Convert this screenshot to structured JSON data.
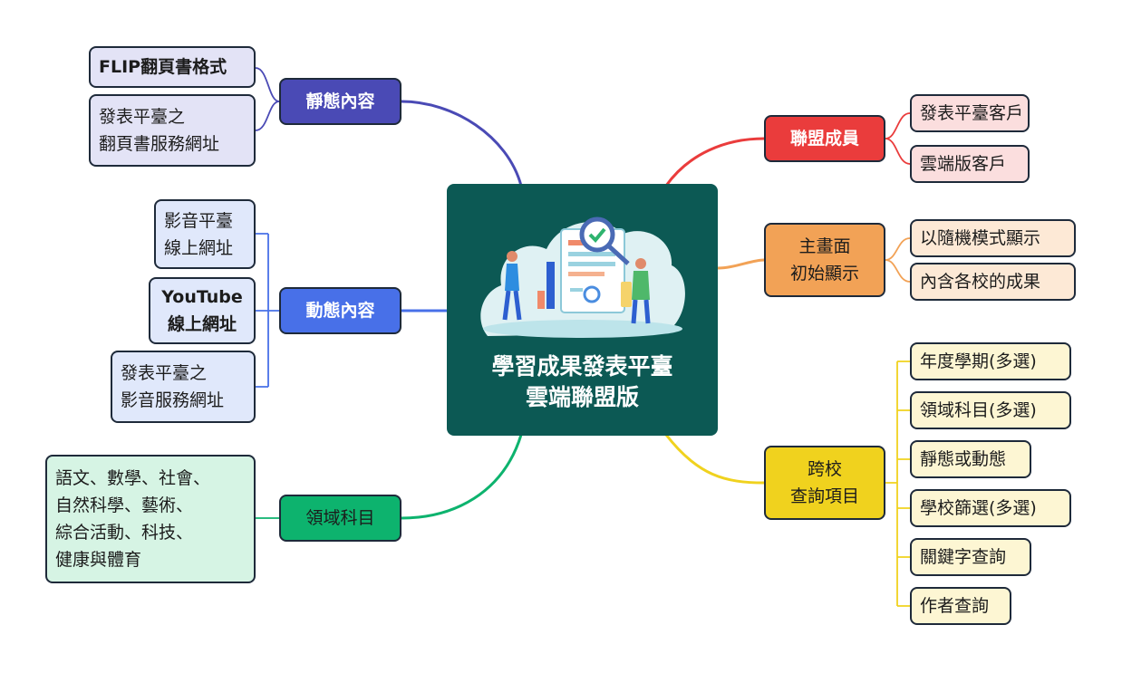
{
  "center": {
    "title": "學習成果發表平臺\n雲端聯盟版"
  },
  "colors": {
    "static": "#4a4ab5",
    "dynamic": "#4870e8",
    "field": "#0db36e",
    "members": "#ea3c3c",
    "screen": "#f2a256",
    "query": "#f0d21e"
  },
  "branches": {
    "static": {
      "label": "靜態內容",
      "leaves": [
        "FLIP翻頁書格式",
        "發表平臺之\n翻頁書服務網址"
      ]
    },
    "dynamic": {
      "label": "動態內容",
      "leaves": [
        "影音平臺\n線上網址",
        "YouTube\n線上網址",
        "發表平臺之\n影音服務網址"
      ]
    },
    "field": {
      "label": "領域科目",
      "leaves": [
        "語文、數學、社會、\n自然科學、藝術、\n綜合活動、科技、\n健康與體育"
      ]
    },
    "members": {
      "label": "聯盟成員",
      "leaves": [
        "發表平臺客戶",
        "雲端版客戶"
      ]
    },
    "screen": {
      "label": "主畫面\n初始顯示",
      "leaves": [
        "以隨機模式顯示",
        "內含各校的成果"
      ]
    },
    "query": {
      "label": "跨校\n查詢項目",
      "leaves": [
        "年度學期(多選)",
        "領域科目(多選)",
        "靜態或動態",
        "學校篩選(多選)",
        "關鍵字查詢",
        "作者查詢"
      ]
    }
  }
}
